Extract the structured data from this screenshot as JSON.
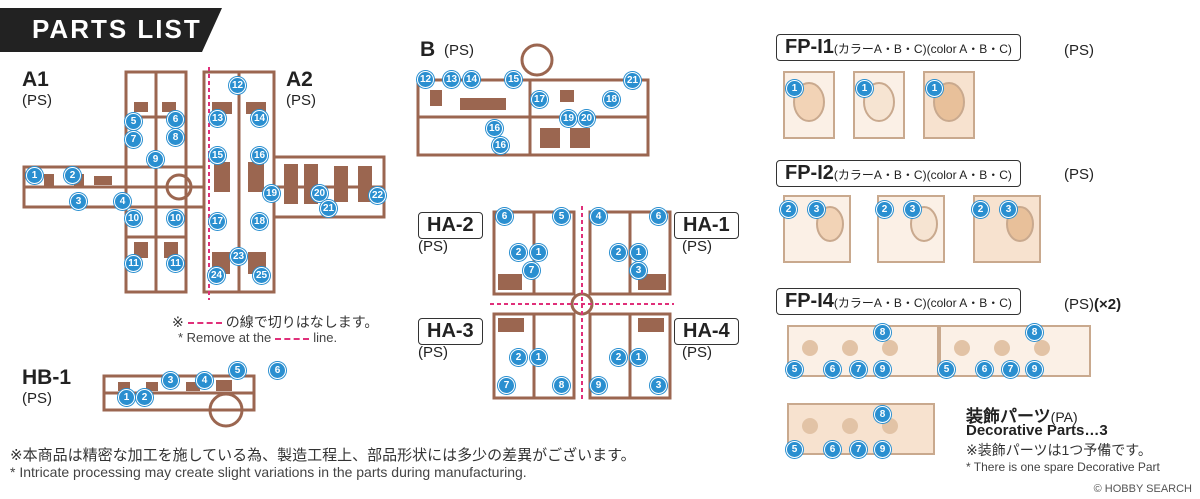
{
  "header": {
    "title": "PARTS LIST"
  },
  "runners": {
    "a1": {
      "label": "A1",
      "material": "(PS)"
    },
    "a2": {
      "label": "A2",
      "material": "(PS)"
    },
    "hb1": {
      "label": "HB-1",
      "material": "(PS)"
    },
    "b": {
      "label": "B",
      "material": "(PS)"
    },
    "ha2": {
      "label": "HA-2",
      "material": "(PS)"
    },
    "ha1": {
      "label": "HA-1",
      "material": "(PS)"
    },
    "ha3": {
      "label": "HA-3",
      "material": "(PS)"
    },
    "ha4": {
      "label": "HA-4",
      "material": "(PS)"
    },
    "fpi1": {
      "label": "FP-I1",
      "color_jp": "(カラーA・B・C)",
      "color_en": "(color A・B・C)",
      "material": "(PS)"
    },
    "fpi2": {
      "label": "FP-I2",
      "color_jp": "(カラーA・B・C)",
      "color_en": "(color A・B・C)",
      "material": "(PS)"
    },
    "fpi4": {
      "label": "FP-I4",
      "color_jp": "(カラーA・B・C)",
      "color_en": "(color A・B・C)",
      "material": "(PS)",
      "qty": "(×2)"
    }
  },
  "cut_note": {
    "jp_prefix": "※",
    "jp_suffix": "の線で切りはなします。",
    "en_prefix": "* Remove at the",
    "en_suffix": "line."
  },
  "footer": {
    "jp": "※本商品は精密な加工を施している為、製造工程上、部品形状には多少の差異がございます。",
    "en": "* Intricate processing may create slight variations in the parts during manufacturing."
  },
  "decorative": {
    "title_jp": "装飾パーツ",
    "material": "(PA)",
    "title_en": "Decorative Parts…3",
    "note_jp": "※装飾パーツは1つ予備です。",
    "note_en": "* There is one spare Decorative Part"
  },
  "watermark": "HOBBY SEARCH",
  "colors": {
    "runner": "#9b6650",
    "runner_dark": "#7e4c38",
    "bubble": "#2a8fd0",
    "skin": "#f2d3b6",
    "dash": "#e0307a"
  },
  "numbers": {
    "a1": [
      "1",
      "2",
      "3",
      "4",
      "5",
      "6",
      "7",
      "8",
      "9",
      "10",
      "10",
      "11",
      "11"
    ],
    "a2": [
      "12",
      "13",
      "14",
      "15",
      "16",
      "17",
      "18",
      "19",
      "20",
      "21",
      "22",
      "23",
      "24",
      "25"
    ],
    "b": [
      "12",
      "13",
      "14",
      "15",
      "16",
      "16",
      "17",
      "18",
      "19",
      "20",
      "21"
    ],
    "ha2": [
      "6",
      "5",
      "2",
      "1",
      "7"
    ],
    "ha1": [
      "4",
      "6",
      "2",
      "1",
      "3"
    ],
    "ha3": [
      "2",
      "1",
      "7",
      "8"
    ],
    "ha4": [
      "2",
      "1",
      "9",
      "3"
    ],
    "hb1": [
      "1",
      "2",
      "3",
      "4",
      "5",
      "6"
    ],
    "fpi1": [
      "1",
      "1",
      "1"
    ],
    "fpi2": [
      "2",
      "3",
      "2",
      "3",
      "2",
      "3"
    ],
    "fpi4": [
      "5",
      "6",
      "7",
      "9",
      "8",
      "5",
      "6",
      "7",
      "9",
      "8"
    ],
    "deco": [
      "5",
      "6",
      "7",
      "9",
      "8"
    ]
  }
}
